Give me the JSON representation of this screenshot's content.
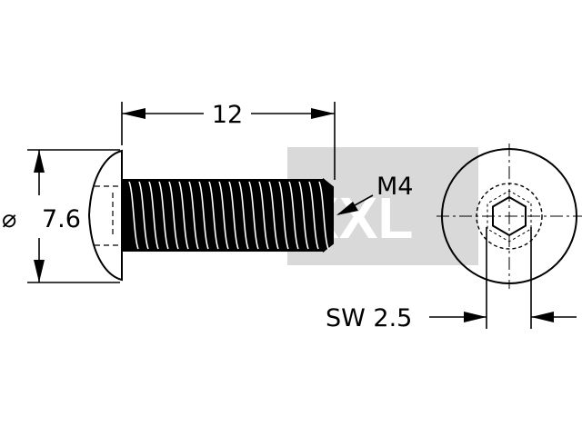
{
  "drawing": {
    "length_label": "12",
    "thread_label": "M4",
    "diameter_symbol": "⌀",
    "diameter_value": "7.6",
    "socket_label": "SW 2.5",
    "watermark_text": "XXL",
    "colors": {
      "line": "#000000",
      "watermark": "#d9d9d9",
      "background": "#ffffff"
    }
  }
}
